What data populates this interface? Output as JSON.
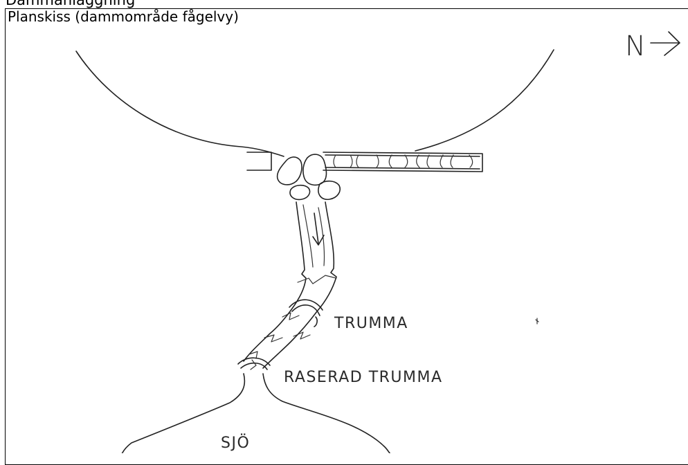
{
  "page": {
    "heading": "Dammanläggning"
  },
  "sketch": {
    "title": "Planskiss (dammområde fågelvy)",
    "north_label": "N",
    "north_arrow": "→",
    "labels": {
      "culvert": "TRUMMA",
      "collapsed_culvert": "RASERAD TRUMMA",
      "lake": "SJÖ"
    },
    "icons": [
      "north-arrow-icon",
      "flow-direction-arrow-icon"
    ]
  }
}
